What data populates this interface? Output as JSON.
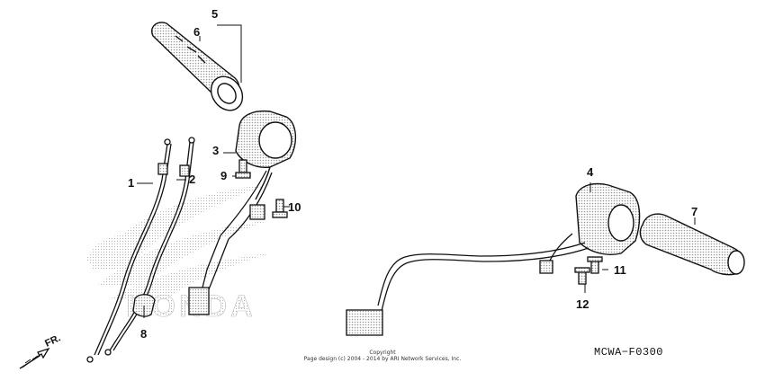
{
  "diagram": {
    "callouts": {
      "c1": "1",
      "c2": "2",
      "c3": "3",
      "c4": "4",
      "c5": "5",
      "c6": "6",
      "c7": "7",
      "c8": "8",
      "c9": "9",
      "c10": "10",
      "c11": "11",
      "c12": "12"
    },
    "front_arrow_label": "FR.",
    "watermark_text": "HONDA",
    "copyright_title": "Copyright",
    "copyright_line": "Page design (c) 2004 - 2014 by ARI Network Services, Inc.",
    "reference_code": "MCWA−F0300",
    "colors": {
      "line": "#111111",
      "watermark": "#c8c8c8"
    }
  }
}
